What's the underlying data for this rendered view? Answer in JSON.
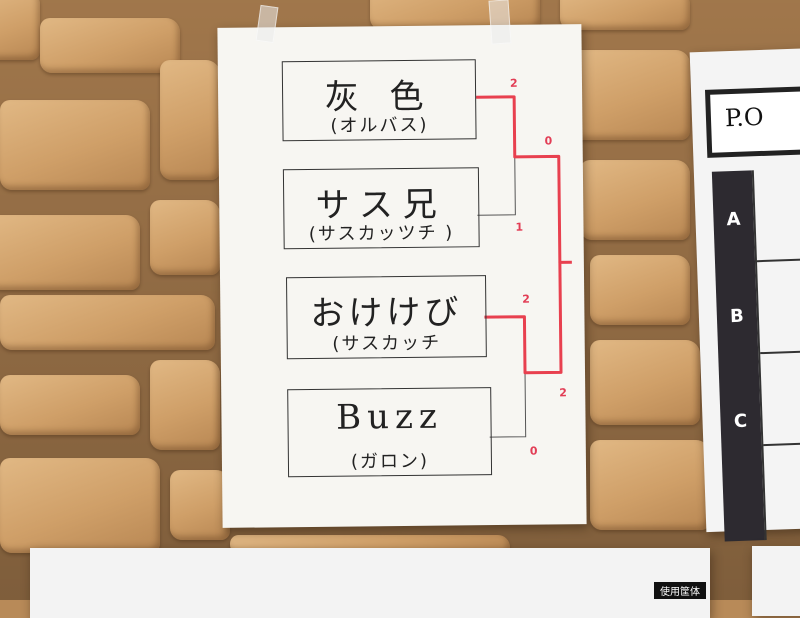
{
  "bracket": {
    "entries": [
      {
        "name": "灰 色",
        "sub": "(オルバス)"
      },
      {
        "name": "サス兄",
        "sub": "(サスカッツチ )"
      },
      {
        "name": "おけけび",
        "sub": "(サスカッチ"
      },
      {
        "name": "Buzz",
        "sub": "(ガロン)"
      }
    ],
    "scores": {
      "m1_top": "2",
      "m1_bottom": "1",
      "m2_top": "2",
      "m2_bottom": "0",
      "final_top": "0",
      "final_bottom": "2"
    },
    "accent_color": "#e8404f"
  },
  "schedule": {
    "title": "P.O",
    "rows": [
      "A",
      "B",
      "C"
    ]
  },
  "bottom_sheet": {
    "tab_label": "使用筐体"
  }
}
